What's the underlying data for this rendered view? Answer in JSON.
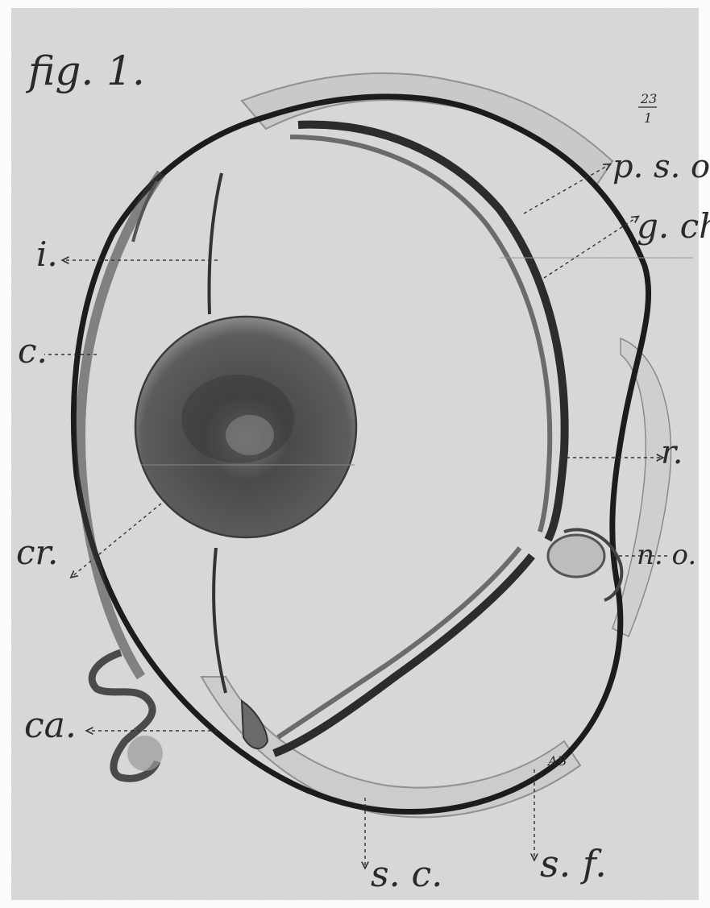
{
  "figure": {
    "title": "fig. 1.",
    "scale_numerator": "23",
    "scale_denominator": "1",
    "monogram": "AB"
  },
  "labels": {
    "p_s_oc": "p. s. oc.",
    "g_ch": "g. ch.",
    "i": "i.",
    "c": "c.",
    "r": "r.",
    "cr": "cr.",
    "n_o": "n. o.",
    "ca": "ca.",
    "s_c": "s. c.",
    "s_f": "s. f."
  },
  "colors": {
    "paper": "#dcdcdc",
    "ink": "#2a2a2a",
    "lens_outer": "#8a8a8a",
    "lens_core": "#3f3f3f",
    "sclera": "#1c1c1c"
  }
}
